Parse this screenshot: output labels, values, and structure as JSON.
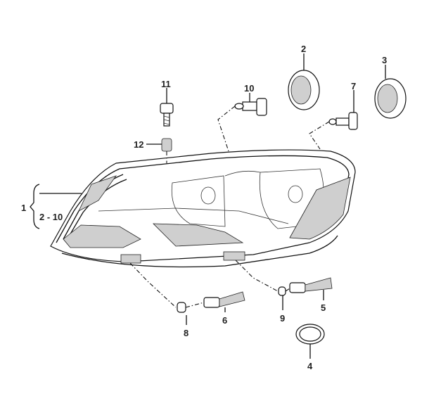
{
  "diagram": {
    "title": "Headlight assembly exploded view",
    "labels": {
      "p1": "1",
      "p2_10": "2 - 10",
      "p2": "2",
      "p3": "3",
      "p4": "4",
      "p5": "5",
      "p6": "6",
      "p7": "7",
      "p8": "8",
      "p9": "9",
      "p10": "10",
      "p11": "11",
      "p12": "12"
    }
  }
}
